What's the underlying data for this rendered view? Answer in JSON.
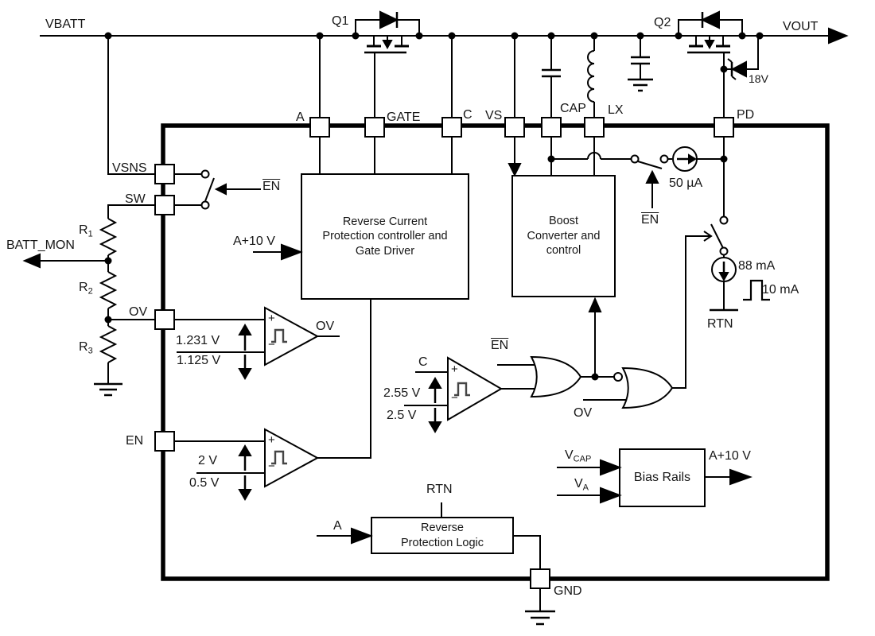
{
  "colors": {
    "stroke": "#000000",
    "background": "#ffffff"
  },
  "nets": {
    "vbatt": "VBATT",
    "vout": "VOUT",
    "batt_mon": "BATT_MON",
    "en_bar": "EN",
    "q1": "Q1",
    "q2": "Q2",
    "zener_voltage": "18V"
  },
  "pins": {
    "a": "A",
    "gate": "GATE",
    "c": "C",
    "vs": "VS",
    "cap": "CAP",
    "lx": "LX",
    "pd": "PD",
    "vsns": "VSNS",
    "sw": "SW",
    "ov": "OV",
    "en": "EN",
    "gnd": "GND"
  },
  "resistors": [
    {
      "base": "R",
      "sub": "1"
    },
    {
      "base": "R",
      "sub": "2"
    },
    {
      "base": "R",
      "sub": "3"
    }
  ],
  "comparators": {
    "ov": {
      "plus": "+",
      "minus": "−",
      "rising": "1.231 V",
      "falling": "1.125 V",
      "output": "OV"
    },
    "en": {
      "plus": "+",
      "minus": "−",
      "rising": "2 V",
      "falling": "0.5 V"
    },
    "c": {
      "plus": "+",
      "minus": "−",
      "input": "C",
      "rising": "2.55 V",
      "falling": "2.5 V"
    }
  },
  "gates": {
    "or_en_input": "EN",
    "nor_ov_input": "OV"
  },
  "current_sources": {
    "pullup": "50 µA",
    "sink": "88 mA",
    "pulse": "10 mA",
    "rtn": "RTN"
  },
  "blocks": {
    "rcp": {
      "lines": [
        "Reverse Current",
        "Protection controller and",
        "Gate Driver"
      ],
      "input": "A+10 V"
    },
    "boost": {
      "lines": [
        "Boost",
        "Converter and",
        "control"
      ]
    },
    "bias": {
      "title": "Bias Rails",
      "input1_base": "V",
      "input1_sub": "CAP",
      "input2_base": "V",
      "input2_sub": "A",
      "output": "A+10 V"
    },
    "rpl": {
      "lines": [
        "Reverse",
        "Protection Logic"
      ],
      "top": "RTN",
      "input": "A"
    }
  }
}
